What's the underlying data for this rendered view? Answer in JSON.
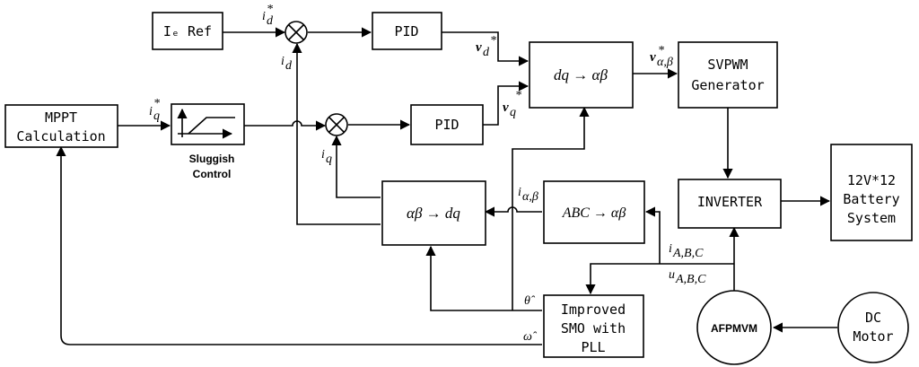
{
  "blocks": {
    "id_ref": "Iₑ Ref",
    "pid_d": "PID",
    "pid_q": "PID",
    "dq_ab": "dq → αβ",
    "svpwm_1": "SVPWM",
    "svpwm_2": "Generator",
    "mppt_1": "MPPT",
    "mppt_2": "Calculation",
    "sluggish_1": "Sluggish",
    "sluggish_2": "Control",
    "ab_dq": "αβ → dq",
    "abc_ab": "ABC → αβ",
    "inverter": "INVERTER",
    "battery_1": "12V*12",
    "battery_2": "Battery",
    "battery_3": "System",
    "smo_1": "Improved",
    "smo_2": "SMO with",
    "smo_3": "PLL",
    "afpmvm": "AFPMVM",
    "dc_1": "DC",
    "dc_2": "Motor"
  },
  "signals": {
    "id_star": "i",
    "id_star_sub": "d",
    "id": "i",
    "id_sub": "d",
    "iq_star": "i",
    "iq_star_sub": "q",
    "iq": "i",
    "iq_sub": "q",
    "vd_star": "v",
    "vd_star_sub": "d",
    "vq_star": "v",
    "vq_star_sub": "q",
    "vab_star": "v",
    "vab_star_sub": "α,β",
    "iab": "i",
    "iab_sub": "α,β",
    "iabc": "i",
    "iabc_sub": "A,B,C",
    "uabc": "u",
    "uabc_sub": "A,B,C",
    "star": "*",
    "theta_hat": "θ̂",
    "omega_hat": "ω̂"
  }
}
